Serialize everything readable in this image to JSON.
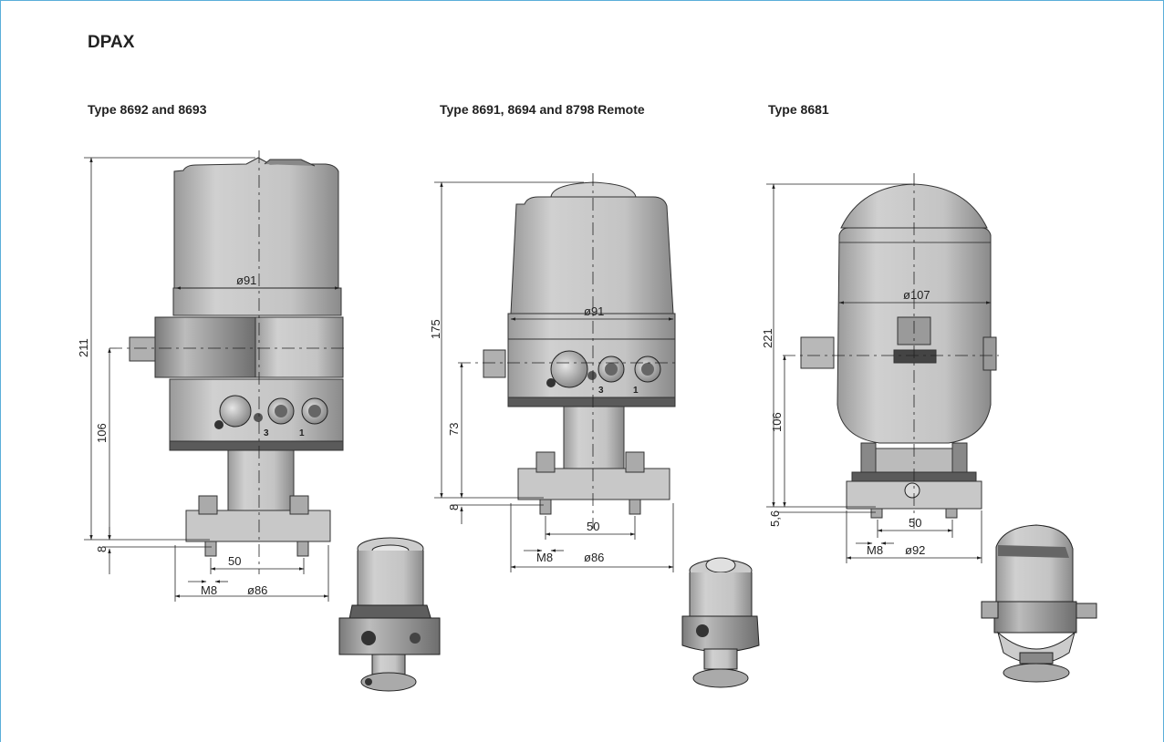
{
  "page": {
    "title": "DPAX"
  },
  "drawings": [
    {
      "id": "type-8692-8693",
      "subtitle": "Type 8692 and 8693",
      "dims": {
        "height_total": "211",
        "height_port": "106",
        "flange": "8",
        "diameter_head": "ø91",
        "bolt_spacing": "50",
        "thread": "M8",
        "diameter_base": "ø86"
      }
    },
    {
      "id": "type-8691-8694-8798",
      "subtitle": "Type 8691, 8694 and 8798 Remote",
      "dims": {
        "height_total": "175",
        "height_port": "73",
        "flange": "8",
        "diameter_head": "ø91",
        "bolt_spacing": "50",
        "thread": "M8",
        "diameter_base": "ø86"
      }
    },
    {
      "id": "type-8681",
      "subtitle": "Type 8681",
      "dims": {
        "height_total": "221",
        "height_port": "106",
        "flange": "5,6",
        "diameter_head": "ø107",
        "bolt_spacing": "50",
        "thread": "M8",
        "diameter_base": "ø92"
      }
    }
  ],
  "colors": {
    "frame": "#5aaed9",
    "body": "#bdbdbd",
    "body_dark": "#8c8c8c",
    "line": "#222222"
  }
}
